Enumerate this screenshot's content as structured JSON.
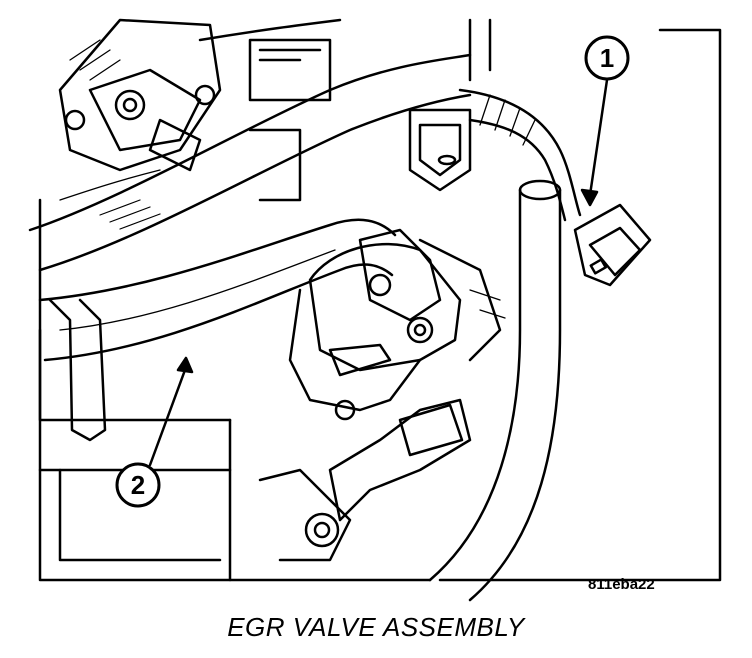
{
  "figure": {
    "callouts": [
      {
        "number": "1"
      },
      {
        "number": "2"
      }
    ],
    "reference_code": "811eba22",
    "caption": "EGR VALVE ASSEMBLY"
  }
}
